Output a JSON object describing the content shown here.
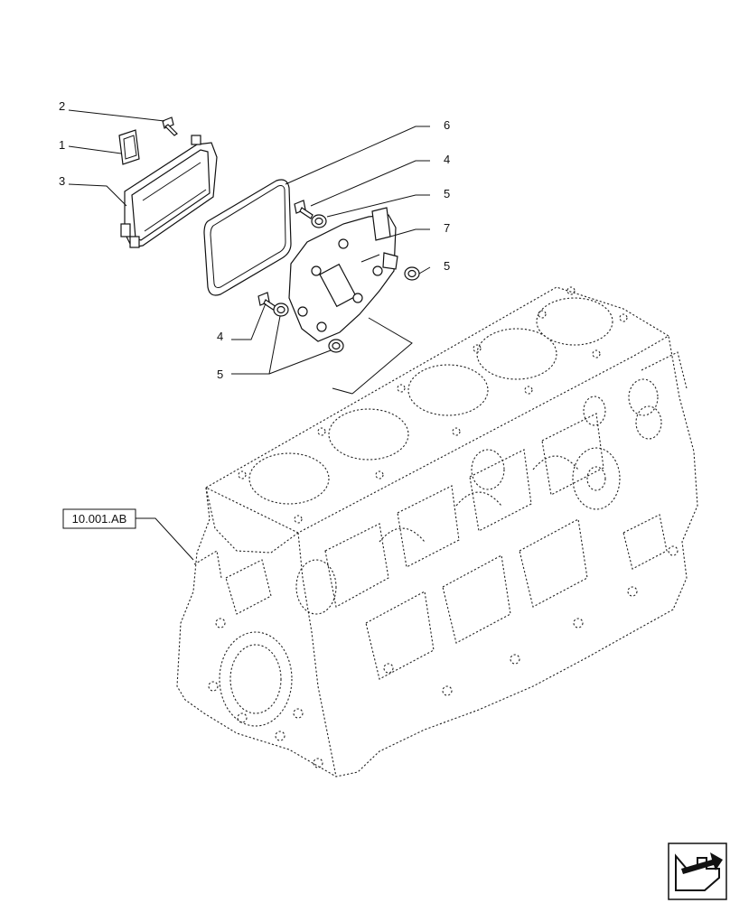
{
  "callouts": [
    {
      "id": "c2a",
      "label": "2"
    },
    {
      "id": "c1a",
      "label": "1"
    },
    {
      "id": "c3a",
      "label": "3"
    },
    {
      "id": "c6a",
      "label": "6"
    },
    {
      "id": "c4a",
      "label": "4"
    },
    {
      "id": "c5a",
      "label": "5"
    },
    {
      "id": "c7a",
      "label": "7"
    },
    {
      "id": "c5b",
      "label": "5"
    },
    {
      "id": "c4b",
      "label": "4"
    },
    {
      "id": "c5c",
      "label": "5"
    }
  ],
  "reference": {
    "label": "10.001.AB"
  },
  "nav": {
    "icon": "next-page-arrow-icon"
  }
}
